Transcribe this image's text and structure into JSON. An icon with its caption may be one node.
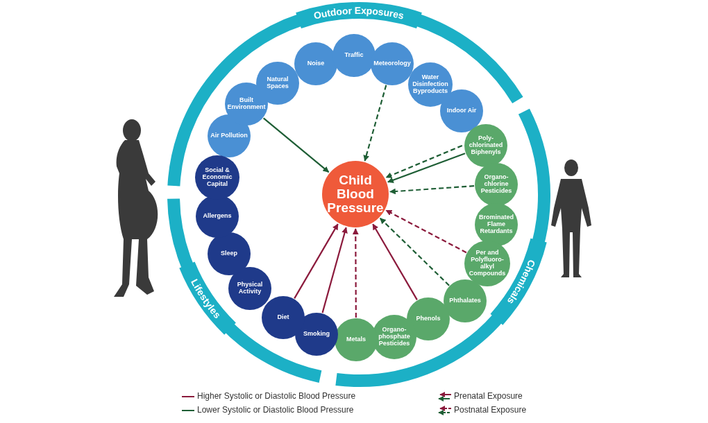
{
  "diagram": {
    "nodes": [
      {
        "text": [
          "Child Blood Pressure"
        ]
      },
      {
        "text": [
          "Outdoor Exposures"
        ]
      },
      {
        "text": [
          "Chemicals"
        ]
      },
      {
        "text": [
          "Lifestyles"
        ]
      },
      {
        "text": [
          "Air Pollution"
        ]
      },
      {
        "text": [
          "Built Environment"
        ]
      },
      {
        "text": [
          "Natural Spaces"
        ]
      },
      {
        "text": [
          "Noise"
        ]
      },
      {
        "text": [
          "Traffic"
        ]
      },
      {
        "text": [
          "Meteorology"
        ]
      },
      {
        "text": [
          "Water Disinfection Byproducts"
        ]
      },
      {
        "text": [
          "Indoor Air"
        ]
      },
      {
        "text": [
          "Poly-chlorinated Biphenyls"
        ]
      },
      {
        "text": [
          "Organo-chlorine Pesticides"
        ]
      },
      {
        "text": [
          "Brominated Flame Retardants"
        ]
      },
      {
        "text": [
          "Per and Polyfluoro-alkyl Compounds"
        ]
      },
      {
        "text": [
          "Phthalates"
        ]
      },
      {
        "text": [
          "Phenols"
        ]
      },
      {
        "text": [
          "Organo-phosphate Pesticides"
        ]
      },
      {
        "text": [
          "Metals"
        ]
      },
      {
        "text": [
          "Smoking"
        ]
      },
      {
        "text": [
          "Diet"
        ]
      },
      {
        "text": [
          "Physical Activity"
        ]
      },
      {
        "text": [
          "Sleep"
        ]
      },
      {
        "text": [
          "Allergens"
        ]
      },
      {
        "text": [
          "Social & Economic Capital"
        ]
      }
    ],
    "edges": [
      {
        "from": 5,
        "to": 0,
        "arrow": "to"
      },
      {
        "from": 9,
        "to": 0,
        "arrow": "to",
        "style": "dashed"
      },
      {
        "from": 12,
        "to": 0,
        "arrow": "to"
      },
      {
        "from": 12,
        "to": 0,
        "arrow": "to",
        "style": "dashed"
      },
      {
        "from": 13,
        "to": 0,
        "arrow": "to",
        "style": "dashed"
      },
      {
        "from": 15,
        "to": 0,
        "arrow": "to",
        "style": "dashed",
        "color": "#8b1a3c"
      },
      {
        "from": 16,
        "to": 0,
        "arrow": "to",
        "style": "dashed"
      },
      {
        "from": 17,
        "to": 0,
        "arrow": "to",
        "color": "#8b1a3c"
      },
      {
        "from": 19,
        "to": 0,
        "arrow": "to",
        "style": "dashed",
        "color": "#8b1a3c"
      },
      {
        "from": 20,
        "to": 0,
        "arrow": "to",
        "color": "#8b1a3c"
      },
      {
        "from": 21,
        "to": 0,
        "arrow": "to",
        "color": "#8b1a3c"
      }
    ],
    "legend": [
      {
        "text": "Higher Systolic or Diastolic Blood Pressure"
      },
      {
        "text": "Lower Systolic or Diastolic Blood Pressure"
      },
      {
        "text": "Prenatal Exposure"
      },
      {
        "text": "Postnatal Exposure"
      }
    ]
  }
}
